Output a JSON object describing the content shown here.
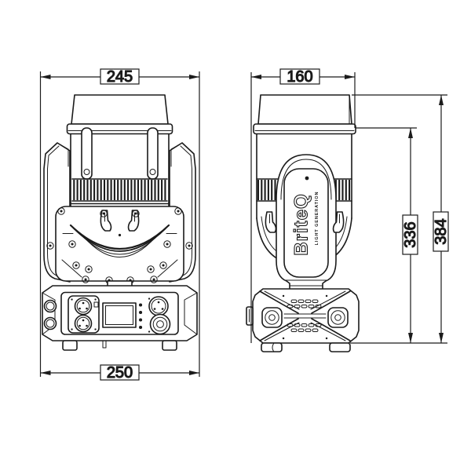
{
  "drawing": {
    "type": "technical-dimension-drawing",
    "subject": "moving-head-light-fixture",
    "views": [
      "front",
      "side"
    ],
    "dimensions": {
      "head_width_mm": "245",
      "base_width_mm": "250",
      "depth_mm": "160",
      "yoke_height_mm": "336",
      "total_height_mm": "384"
    },
    "logo": {
      "brand": "BriteQ",
      "tagline": "LIGHT GENERATION"
    },
    "colors": {
      "line": "#1b1b1b",
      "background": "#ffffff"
    }
  }
}
